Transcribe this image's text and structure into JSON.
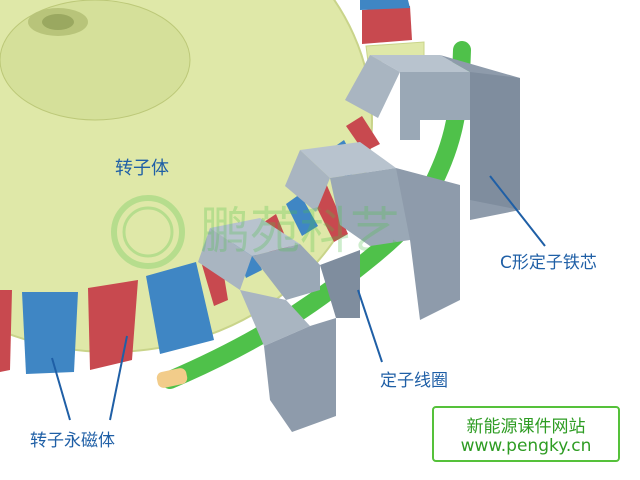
{
  "labels": {
    "rotor_body": "转子体",
    "c_core": "C形定子铁芯",
    "stator_coil": "定子线圈",
    "rotor_magnet": "转子永磁体"
  },
  "brand": {
    "name": "新能源课件网站",
    "url": "www.pengky.cn",
    "watermark": "鹏苑科艺"
  },
  "colors": {
    "rotor": "#dfe8a8",
    "magnet_red": "#c8494f",
    "magnet_blue": "#3f86c4",
    "core": "#9aa8b6",
    "coil": "#4fc14a",
    "copper": "#f2cc8a",
    "label": "#1f5fa6",
    "brand_green": "#2e9c23"
  }
}
